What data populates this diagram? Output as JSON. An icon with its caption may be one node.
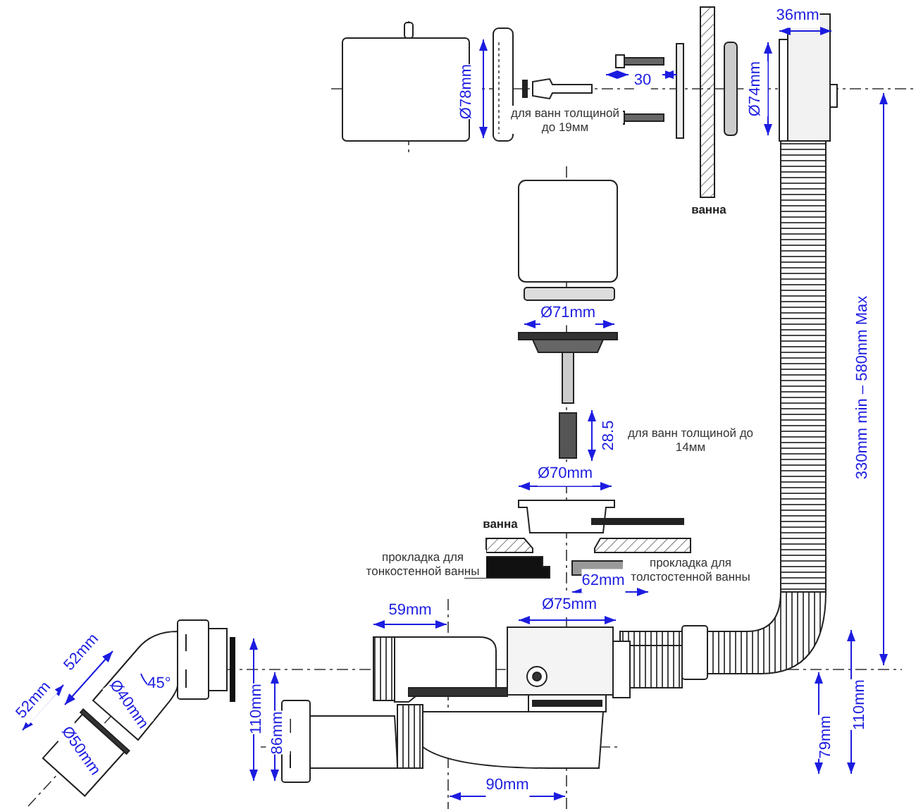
{
  "diagram": {
    "labels": [
      "36mm",
      "Ø78mm",
      "30",
      "Ø74mm",
      "для ванн толщиной до 19мм",
      "ванна",
      "330mm min – 580mm Max",
      "Ø71mm",
      "28.5",
      "для ванн толщиной до 14мм",
      "Ø70mm",
      "ванна",
      "прокладка для тонкостенной ванны",
      "прокладка для толстостенной ванны",
      "62mm",
      "Ø75mm",
      "59mm",
      "52mm",
      "45°",
      "Ø40mm",
      "52mm",
      "110mm",
      "86mm",
      "Ø50mm",
      "110mm",
      "79mm",
      "90mm"
    ]
  }
}
